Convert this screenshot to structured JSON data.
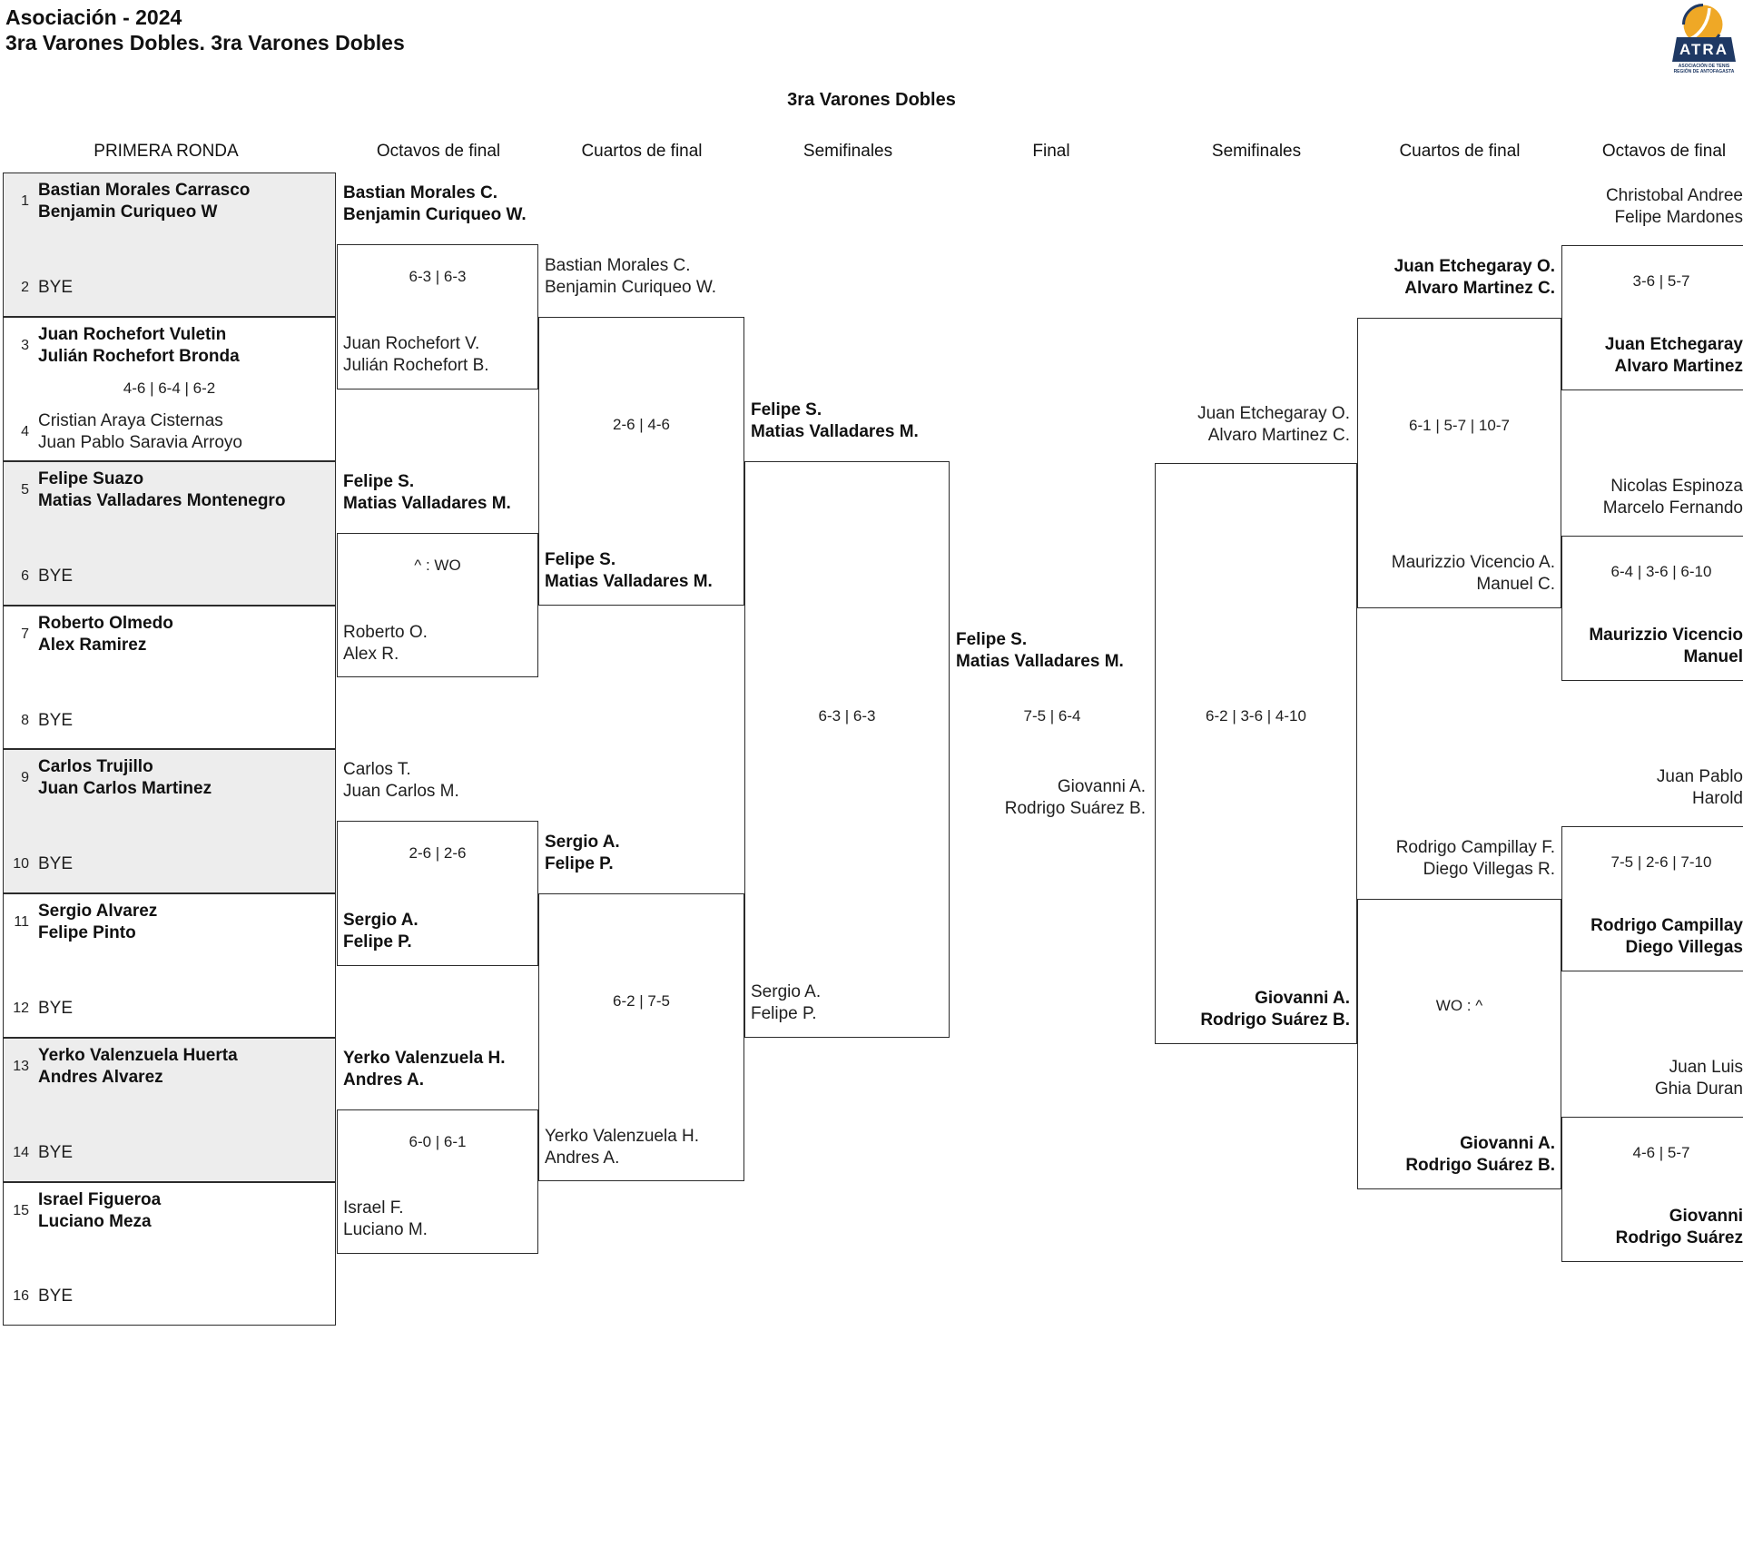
{
  "page": {
    "title_line1": "Asociación - 2024",
    "title_line2": "3ra Varones Dobles. 3ra Varones Dobles",
    "bracket_title": "3ra Varones Dobles"
  },
  "logo": {
    "text": "ATRA",
    "subtitle1": "ASOCIACIÓN DE TENIS",
    "subtitle2": "REGIÓN DE ANTOFAGASTA"
  },
  "rounds": [
    "PRIMERA RONDA",
    "Octavos de final",
    "Cuartos de final",
    "Semifinales",
    "Final",
    "Semifinales",
    "Cuartos de final",
    "Octavos de final"
  ],
  "first_round": [
    {
      "num1": "1",
      "t1": {
        "l1": "Bastian Morales Carrasco",
        "l2": "Benjamin Curiqueo W"
      },
      "num2": "2",
      "t2": {
        "l1": "BYE"
      },
      "score": ""
    },
    {
      "num1": "3",
      "t1": {
        "l1": "Juan Rochefort Vuletin",
        "l2": "Julián Rochefort Bronda"
      },
      "num2": "4",
      "t2": {
        "l1": "Cristian Araya Cisternas",
        "l2": "Juan Pablo Saravia Arroyo"
      },
      "score": "4-6 | 6-4 | 6-2"
    },
    {
      "num1": "5",
      "t1": {
        "l1": "Felipe Suazo",
        "l2": "Matias Valladares Montenegro"
      },
      "num2": "6",
      "t2": {
        "l1": "BYE"
      },
      "score": ""
    },
    {
      "num1": "7",
      "t1": {
        "l1": "Roberto Olmedo",
        "l2": "Alex Ramirez"
      },
      "num2": "8",
      "t2": {
        "l1": "BYE"
      },
      "score": ""
    },
    {
      "num1": "9",
      "t1": {
        "l1": "Carlos Trujillo",
        "l2": "Juan Carlos Martinez"
      },
      "num2": "10",
      "t2": {
        "l1": "BYE"
      },
      "score": ""
    },
    {
      "num1": "11",
      "t1": {
        "l1": "Sergio Alvarez",
        "l2": "Felipe Pinto"
      },
      "num2": "12",
      "t2": {
        "l1": "BYE"
      },
      "score": ""
    },
    {
      "num1": "13",
      "t1": {
        "l1": "Yerko Valenzuela Huerta",
        "l2": "Andres Alvarez"
      },
      "num2": "14",
      "t2": {
        "l1": "BYE"
      },
      "score": ""
    },
    {
      "num1": "15",
      "t1": {
        "l1": "Israel Figueroa",
        "l2": "Luciano Meza"
      },
      "num2": "16",
      "t2": {
        "l1": "BYE"
      },
      "score": ""
    }
  ],
  "octavos_left": [
    {
      "t1": {
        "l1": "Bastian Morales C.",
        "l2": "Benjamin Curiqueo W."
      },
      "score": "6-3 | 6-3",
      "t2": {
        "l1": "Juan Rochefort V.",
        "l2": "Julián Rochefort B."
      }
    },
    {
      "t1": {
        "l1": "Felipe S.",
        "l2": "Matias Valladares M."
      },
      "score": "^ : WO",
      "t2": {
        "l1": "Roberto O.",
        "l2": "Alex R."
      }
    },
    {
      "t1": {
        "l1": "Carlos T.",
        "l2": "Juan Carlos M."
      },
      "score": "2-6 | 2-6",
      "t2": {
        "l1": "Sergio A.",
        "l2": "Felipe P."
      }
    },
    {
      "t1": {
        "l1": "Yerko Valenzuela H.",
        "l2": "Andres A."
      },
      "score": "6-0 | 6-1",
      "t2": {
        "l1": "Israel F.",
        "l2": "Luciano M."
      }
    }
  ],
  "cuartos_left": [
    {
      "t1": {
        "l1": "Bastian Morales C.",
        "l2": "Benjamin Curiqueo W."
      },
      "score": "2-6 | 4-6",
      "t2": {
        "l1": "Felipe S.",
        "l2": "Matias Valladares M."
      }
    },
    {
      "t1": {
        "l1": "Sergio A.",
        "l2": "Felipe P."
      },
      "score": "6-2 | 7-5",
      "t2": {
        "l1": "Yerko Valenzuela H.",
        "l2": "Andres A."
      }
    }
  ],
  "semifinal_left": {
    "t1": {
      "l1": "Felipe S.",
      "l2": "Matias Valladares M."
    },
    "score": "6-3 | 6-3",
    "t2": {
      "l1": "Sergio A.",
      "l2": "Felipe P."
    }
  },
  "final": {
    "t1": {
      "l1": "Felipe S.",
      "l2": "Matias Valladares M."
    },
    "score": "7-5 | 6-4",
    "t2": {
      "l1": "Giovanni A.",
      "l2": "Rodrigo Suárez B."
    }
  },
  "semifinal_right": {
    "t1": {
      "l1": "Juan Etchegaray O.",
      "l2": "Alvaro Martinez C."
    },
    "score": "6-2 | 3-6 | 4-10",
    "t2": {
      "l1": "Giovanni A.",
      "l2": "Rodrigo Suárez B."
    }
  },
  "cuartos_right": [
    {
      "t1": {
        "l1": "Juan Etchegaray O.",
        "l2": "Alvaro Martinez C."
      },
      "score": "6-1 | 5-7 | 10-7",
      "t2": {
        "l1": "Maurizzio Vicencio A.",
        "l2": "Manuel C."
      }
    },
    {
      "t1": {
        "l1": "Rodrigo Campillay F.",
        "l2": "Diego Villegas R."
      },
      "score": "WO : ^",
      "t2": {
        "l1": "Giovanni A.",
        "l2": "Rodrigo Suárez B."
      }
    }
  ],
  "octavos_right": [
    {
      "t1": {
        "l1": "Christobal Andree",
        "l2": "Felipe Mardones"
      },
      "score": "3-6 | 5-7",
      "t2": {
        "l1": "Juan Etchegaray",
        "l2": "Alvaro Martinez"
      }
    },
    {
      "t1": {
        "l1": "Nicolas Espinoza",
        "l2": "Marcelo Fernando"
      },
      "score": "6-4 | 3-6 | 6-10",
      "t2": {
        "l1": "Maurizzio Vicencio",
        "l2": "Manuel"
      }
    },
    {
      "t1": {
        "l1": "Juan Pablo",
        "l2": "Harold"
      },
      "score": "7-5 | 2-6 | 7-10",
      "t2": {
        "l1": "Rodrigo Campillay",
        "l2": "Diego Villegas"
      }
    },
    {
      "t1": {
        "l1": "Juan Luis",
        "l2": "Ghia Duran"
      },
      "score": "4-6 | 5-7",
      "t2": {
        "l1": "Giovanni",
        "l2": "Rodrigo Suárez"
      }
    }
  ]
}
